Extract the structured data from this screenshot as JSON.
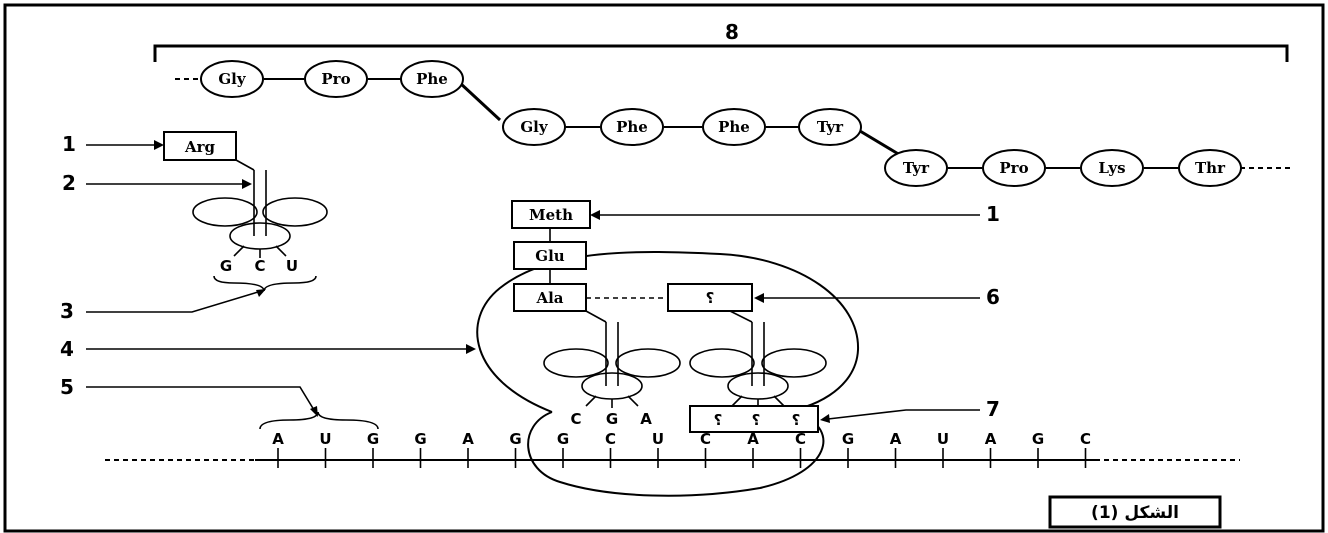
{
  "labels": {
    "n1": "1",
    "n2": "2",
    "n3": "3",
    "n4": "4",
    "n5": "5",
    "n6": "6",
    "n7": "7",
    "n8": "8",
    "n1b": "1"
  },
  "chain": {
    "row1": [
      "Gly",
      "Pro",
      "Phe"
    ],
    "row2": [
      "Gly",
      "Phe",
      "Phe",
      "Tyr"
    ],
    "row3": [
      "Tyr",
      "Pro",
      "Lys",
      "Thr"
    ]
  },
  "trna_free": {
    "amino_acid": "Arg",
    "anticodon": [
      "G",
      "C",
      "U"
    ]
  },
  "growing_chain": [
    "Meth",
    "Glu",
    "Ala"
  ],
  "trna_p": {
    "anticodon": [
      "C",
      "G",
      "A"
    ]
  },
  "trna_a": {
    "amino_acid": "؟",
    "anticodon": [
      "؟",
      "؟",
      "؟"
    ]
  },
  "mrna": [
    "A",
    "U",
    "G",
    "G",
    "A",
    "G",
    "G",
    "C",
    "U",
    "C",
    "A",
    "C",
    "G",
    "A",
    "U",
    "A",
    "G",
    "C"
  ],
  "figure_title": "الشكل (1)"
}
